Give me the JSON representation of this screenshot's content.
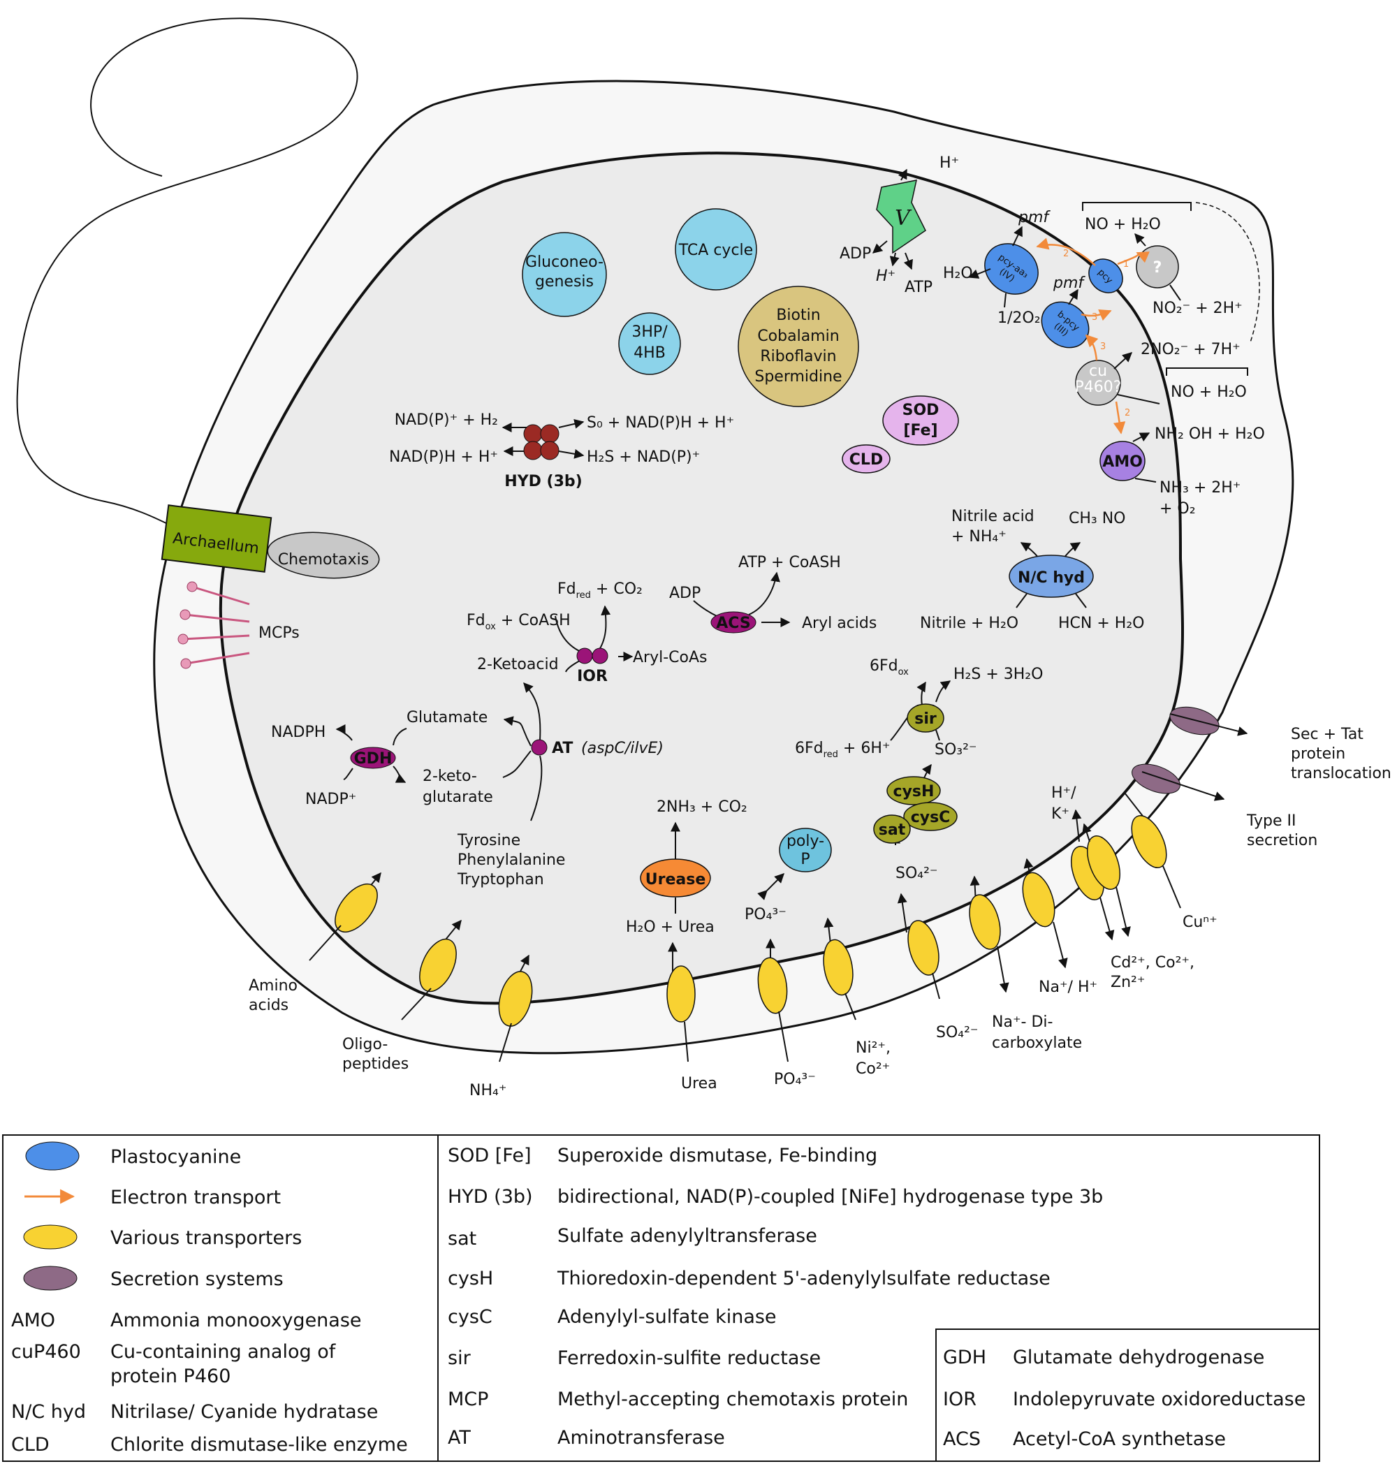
{
  "colors": {
    "plastocyanine": "#4d8fe8",
    "electron_transport": "#f28a3a",
    "transporter": "#f8d232",
    "secretion": "#8e6a86",
    "pathway": "#8cd3ea",
    "vitamins": "#d9c57f",
    "hydrogenase": "#9b2a24",
    "enzyme_purple": "#9b1478",
    "sulfur": "#a5a628",
    "amo": "#a781e2",
    "urease": "#f68a35",
    "sod": "#e5b4ec",
    "archaellum": "#86a90d",
    "atpase": "#5fd188"
  },
  "cell": {
    "pathways": [
      "Gluconeo-",
      "genesis",
      "TCA cycle",
      "3HP/",
      "4HB"
    ],
    "vitamins": [
      "Biotin",
      "Cobalamin",
      "Riboflavin",
      "Spermidine"
    ],
    "sod": [
      "SOD",
      "[Fe]"
    ],
    "cld": "CLD",
    "hyd": {
      "label": "HYD (3b)",
      "l1": "NAD(P)⁺ + H₂",
      "r1": "S₀ + NAD(P)H + H⁺",
      "l2": "NAD(P)H + H⁺",
      "r2": "H₂S  + NAD(P)⁺"
    },
    "archaellum": "Archaellum",
    "chemotaxis": "Chemotaxis",
    "mcps": "MCPs",
    "ior": {
      "label": "IOR",
      "fdred": "Fd",
      "fdred_sub": "red",
      "fdred_tail": " + CO₂",
      "fdox": "Fd",
      "fdox_sub": "ox",
      "fdox_tail": " + CoASH",
      "keto": "2-Ketoacid",
      "aryl": "Aryl-CoAs"
    },
    "acs": {
      "label": "ACS",
      "adp": "ADP",
      "atp": "ATP + CoASH",
      "aryl": "Aryl acids"
    },
    "at": {
      "label": "AT",
      "genes": "(aspC/ilvE)",
      "aa": [
        "Tyrosine",
        "Phenylalanine",
        "Tryptophan"
      ]
    },
    "gdh": {
      "label": "GDH",
      "nadph": "NADPH",
      "nadp": "NADP⁺",
      "glutamate": "Glutamate",
      "kg1": "2-keto-",
      "kg2": "glutarate"
    },
    "urease": {
      "label": "Urease",
      "top": "2NH₃ + CO₂",
      "bottom": "H₂O + Urea"
    },
    "polyp": {
      "l1": "poly-",
      "l2": "P",
      "po4": "PO₄³⁻"
    },
    "nc": {
      "label": "N/C hyd",
      "nitrile_acid": "Nitrile acid",
      "nh4": "+ NH₄⁺",
      "ch3no": "CH₃ NO",
      "nitrile": "Nitrile + H₂O",
      "hcn": "HCN + H₂O"
    },
    "sulfur": {
      "sir": "sir",
      "cysh": "cysH",
      "cysc": "cysC",
      "sat": "sat",
      "fdox": "6Fd",
      "fdox_sub": "ox",
      "h2s": "H₂S + 3H₂O",
      "fdred": "6Fd",
      "fdred_sub": "red",
      "fdred_tail": " + 6H⁺",
      "so3": "SO₃²⁻",
      "so4": "SO₄²⁻"
    },
    "membrane": {
      "v": "V",
      "h_top": "H⁺",
      "adp": "ADP",
      "h_bot": "H⁺",
      "atp": "ATP",
      "pmf1": "pmf",
      "pmf2": "pmf",
      "h2o": "H₂O",
      "o2": "1/2O₂",
      "pcyaa": [
        "pcy-aa₃",
        "(IV)"
      ],
      "bpcy": [
        "b-pcy",
        "(III)"
      ],
      "pcy": "pcy",
      "q": "?",
      "no_h2o_1": "NO + H₂O",
      "no2_2h": "NO₂⁻  + 2H⁺",
      "two_no2": "2NO₂⁻  + 7H⁺",
      "no_h2o_2": "NO + H₂O",
      "nh2oh": "NH₂ OH + H₂O",
      "cup": [
        "cu",
        "P460?"
      ],
      "amo": "AMO",
      "nh3": "NH₃  + 2H⁺",
      "o2b": "+ O₂",
      "et1": "1",
      "et2a": "2",
      "et2b": "2",
      "et3a": "3",
      "et3b": "3"
    },
    "transport": {
      "amino": [
        "Amino",
        "acids"
      ],
      "oligo": [
        "Oligo-",
        "peptides"
      ],
      "nh4": "NH₄⁺",
      "urea": "Urea",
      "po4": "PO₄³⁻",
      "ni": [
        "Ni²⁺,",
        "Co²⁺"
      ],
      "so4": "SO₄²⁻",
      "na_di": [
        "Na⁺- Di-",
        "carboxylate"
      ],
      "na_h": "Na⁺/ H⁺",
      "cd": [
        "Cd²⁺, Co²⁺,",
        "Zn²⁺"
      ],
      "hk": [
        "H⁺/",
        "K⁺"
      ],
      "cu": "Cuⁿ⁺",
      "sec": [
        "Sec + Tat",
        "protein",
        "translocation"
      ],
      "type2": [
        "Type II",
        "secretion"
      ]
    }
  },
  "legend": {
    "col1": [
      {
        "key": "",
        "desc": "Plastocyanine"
      },
      {
        "key": "",
        "desc": "Electron transport"
      },
      {
        "key": "",
        "desc": "Various transporters"
      },
      {
        "key": "",
        "desc": "Secretion systems"
      },
      {
        "key": "AMO",
        "desc": "Ammonia monooxygenase"
      },
      {
        "key": "cuP460",
        "desc": "Cu-containing analog of"
      },
      {
        "key": "",
        "desc": "protein P460"
      },
      {
        "key": "N/C hyd",
        "desc": "Nitrilase/ Cyanide hydratase"
      },
      {
        "key": "CLD",
        "desc": "Chlorite dismutase-like enzyme"
      }
    ],
    "col2": [
      {
        "key": "SOD [Fe]",
        "desc": "Superoxide dismutase, Fe-binding"
      },
      {
        "key": "HYD (3b)",
        "desc": "bidirectional, NAD(P)-coupled [NiFe] hydrogenase type 3b"
      },
      {
        "key": "sat",
        "desc": "Sulfate adenylyltransferase"
      },
      {
        "key": "cysH",
        "desc": "Thioredoxin-dependent 5'-adenylylsulfate reductase"
      },
      {
        "key": "cysC",
        "desc": "Adenylyl-sulfate kinase"
      },
      {
        "key": "sir",
        "desc": "Ferredoxin-sulfite reductase"
      },
      {
        "key": "MCP",
        "desc": "Methyl-accepting chemotaxis protein"
      },
      {
        "key": "AT",
        "desc": "Aminotransferase"
      }
    ],
    "col3": [
      {
        "key": "GDH",
        "desc": "Glutamate dehydrogenase"
      },
      {
        "key": "IOR",
        "desc": "Indolepyruvate oxidoreductase"
      },
      {
        "key": "ACS",
        "desc": "Acetyl-CoA synthetase"
      }
    ]
  }
}
